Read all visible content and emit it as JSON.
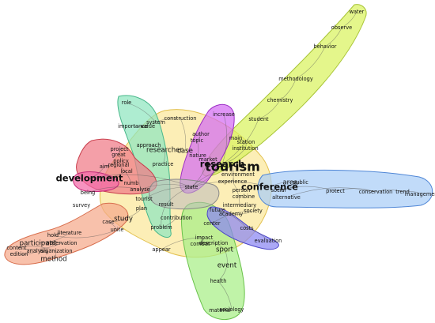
{
  "clusters": [
    {
      "name": "green-methodology",
      "fill": "#d9f25e",
      "stroke": "#a8c436"
    },
    {
      "name": "blue-area",
      "fill": "#a9cdf7",
      "stroke": "#4f86d6"
    },
    {
      "name": "green-event",
      "fill": "#a8ef86",
      "stroke": "#69c24a"
    },
    {
      "name": "orange-participant",
      "fill": "#f5a98a",
      "stroke": "#d86f4e"
    },
    {
      "name": "yellow-tourism",
      "fill": "#fbe89a",
      "stroke": "#e2c04e"
    },
    {
      "name": "teal-role",
      "fill": "#8fe6bf",
      "stroke": "#48b78a"
    },
    {
      "name": "red-development",
      "fill": "#f07a86",
      "stroke": "#c9404e"
    },
    {
      "name": "pink-numb",
      "fill": "#f26aa8",
      "stroke": "#c52c79"
    },
    {
      "name": "magenta-increase",
      "fill": "#d46cf2",
      "stroke": "#9b2ec5"
    },
    {
      "name": "navy-appear",
      "fill": "#8a86f2",
      "stroke": "#4a44c8"
    },
    {
      "name": "grey-core",
      "fill": "#bbbbbb",
      "stroke": "#888888"
    }
  ],
  "terms": [
    {
      "text": "water",
      "emphasis": "normal"
    },
    {
      "text": "observe",
      "emphasis": "normal"
    },
    {
      "text": "behavior",
      "emphasis": "normal"
    },
    {
      "text": "methodology",
      "emphasis": "normal"
    },
    {
      "text": "chemistry",
      "emphasis": "normal"
    },
    {
      "text": "student",
      "emphasis": "normal"
    },
    {
      "text": "increase",
      "emphasis": "normal"
    },
    {
      "text": "role",
      "emphasis": "normal"
    },
    {
      "text": "system",
      "emphasis": "normal"
    },
    {
      "text": "value",
      "emphasis": "normal"
    },
    {
      "text": "importance",
      "emphasis": "normal"
    },
    {
      "text": "construction",
      "emphasis": "normal"
    },
    {
      "text": "author",
      "emphasis": "normal"
    },
    {
      "text": "topic",
      "emphasis": "normal"
    },
    {
      "text": "main",
      "emphasis": "normal"
    },
    {
      "text": "station",
      "emphasis": "normal"
    },
    {
      "text": "institution",
      "emphasis": "normal"
    },
    {
      "text": "approach",
      "emphasis": "normal"
    },
    {
      "text": "researcher",
      "emphasis": "medium"
    },
    {
      "text": "case",
      "emphasis": "medium"
    },
    {
      "text": "nature",
      "emphasis": "normal"
    },
    {
      "text": "market",
      "emphasis": "normal"
    },
    {
      "text": "research",
      "emphasis": "large"
    },
    {
      "text": "practice",
      "emphasis": "normal"
    },
    {
      "text": "project",
      "emphasis": "normal"
    },
    {
      "text": "great",
      "emphasis": "normal"
    },
    {
      "text": "policy",
      "emphasis": "normal"
    },
    {
      "text": "aim",
      "emphasis": "normal"
    },
    {
      "text": "regional",
      "emphasis": "normal"
    },
    {
      "text": "local",
      "emphasis": "normal"
    },
    {
      "text": "development",
      "emphasis": "large"
    },
    {
      "text": "numb",
      "emphasis": "normal"
    },
    {
      "text": "being",
      "emphasis": "normal"
    },
    {
      "text": "analyse",
      "emphasis": "normal"
    },
    {
      "text": "tourist",
      "emphasis": "normal"
    },
    {
      "text": "state",
      "emphasis": "normal"
    },
    {
      "text": "tourism",
      "emphasis": "xlarge"
    },
    {
      "text": "experience",
      "emphasis": "normal"
    },
    {
      "text": "environment",
      "emphasis": "normal"
    },
    {
      "text": "person",
      "emphasis": "normal"
    },
    {
      "text": "combine",
      "emphasis": "normal"
    },
    {
      "text": "intermediary",
      "emphasis": "normal"
    },
    {
      "text": "conference",
      "emphasis": "large"
    },
    {
      "text": "area",
      "emphasis": "medium"
    },
    {
      "text": "public",
      "emphasis": "normal"
    },
    {
      "text": "social",
      "emphasis": "normal"
    },
    {
      "text": "protect",
      "emphasis": "normal"
    },
    {
      "text": "alternative",
      "emphasis": "normal"
    },
    {
      "text": "conservation",
      "emphasis": "normal"
    },
    {
      "text": "trend",
      "emphasis": "normal"
    },
    {
      "text": "management",
      "emphasis": "normal"
    },
    {
      "text": "plan",
      "emphasis": "normal"
    },
    {
      "text": "study",
      "emphasis": "medium"
    },
    {
      "text": "case",
      "emphasis": "normal"
    },
    {
      "text": "survey",
      "emphasis": "normal"
    },
    {
      "text": "unite",
      "emphasis": "normal"
    },
    {
      "text": "hold",
      "emphasis": "normal"
    },
    {
      "text": "literature",
      "emphasis": "normal"
    },
    {
      "text": "participant",
      "emphasis": "medium"
    },
    {
      "text": "observation",
      "emphasis": "normal"
    },
    {
      "text": "content",
      "emphasis": "normal"
    },
    {
      "text": "analysis",
      "emphasis": "normal"
    },
    {
      "text": "organization",
      "emphasis": "normal"
    },
    {
      "text": "edition",
      "emphasis": "normal"
    },
    {
      "text": "method",
      "emphasis": "medium"
    },
    {
      "text": "contribution",
      "emphasis": "normal"
    },
    {
      "text": "problem",
      "emphasis": "normal"
    },
    {
      "text": "result",
      "emphasis": "normal"
    },
    {
      "text": "center",
      "emphasis": "normal"
    },
    {
      "text": "society",
      "emphasis": "normal"
    },
    {
      "text": "academy",
      "emphasis": "normal"
    },
    {
      "text": "future",
      "emphasis": "normal"
    },
    {
      "text": "costs",
      "emphasis": "normal"
    },
    {
      "text": "evaluation",
      "emphasis": "normal"
    },
    {
      "text": "appear",
      "emphasis": "normal"
    },
    {
      "text": "impact",
      "emphasis": "normal"
    },
    {
      "text": "combat",
      "emphasis": "normal"
    },
    {
      "text": "description",
      "emphasis": "normal"
    },
    {
      "text": "sport",
      "emphasis": "medium"
    },
    {
      "text": "event",
      "emphasis": "medium"
    },
    {
      "text": "health",
      "emphasis": "normal"
    },
    {
      "text": "sociology",
      "emphasis": "normal"
    },
    {
      "text": "material",
      "emphasis": "normal"
    },
    {
      "text": "association",
      "emphasis": "normal"
    }
  ]
}
